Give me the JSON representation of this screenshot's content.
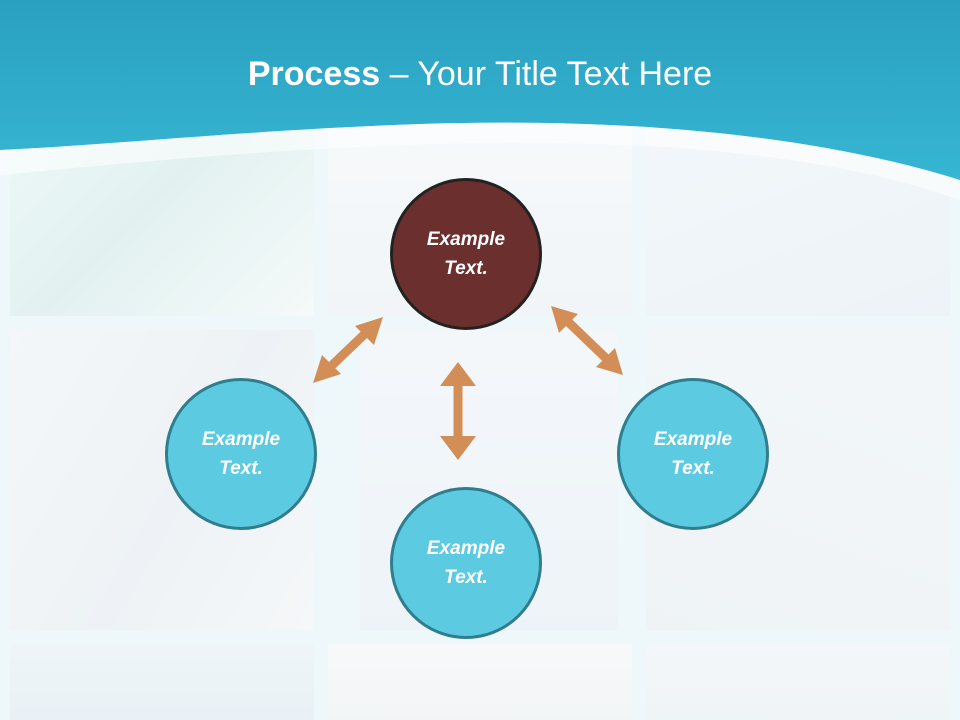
{
  "title": {
    "bold": "Process",
    "rest": " – Your Title Text Here"
  },
  "nodes": {
    "top": "Example\nText.",
    "left": "Example\nText.",
    "right": "Example\nText.",
    "bottom": "Example\nText."
  },
  "colors": {
    "header": "#2ca9c9",
    "top_node": "#6b2f2e",
    "node": "#5ccbe1",
    "node_border": "#2f7d8d",
    "arrow": "#d38d57"
  }
}
